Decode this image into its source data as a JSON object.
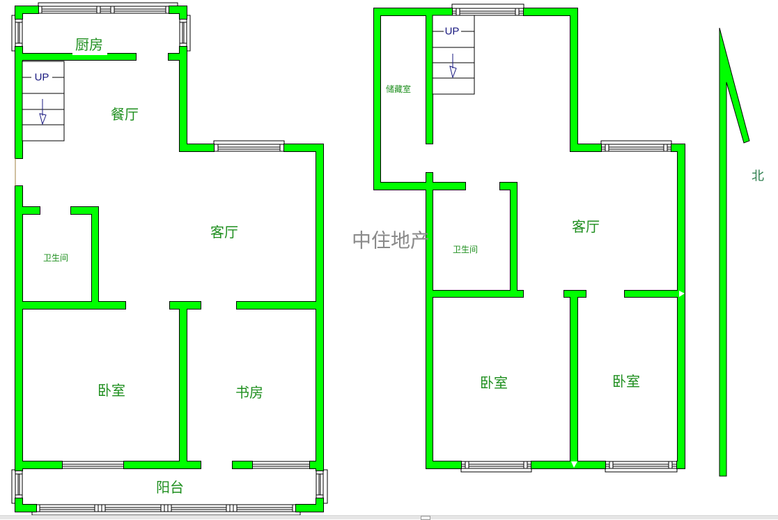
{
  "watermark": "中住地产",
  "compass": {
    "label": "北",
    "color": "#00ff00"
  },
  "colors": {
    "wall": "#00ff00",
    "wall_outline": "#000000",
    "label": "#1f8f1f",
    "stair_text": "#1a1a80",
    "watermark": "#8a8a8a"
  },
  "floor_lower": {
    "stair_label": "UP",
    "rooms": {
      "kitchen": "厨房",
      "dining": "餐厅",
      "bathroom": "卫生间",
      "living": "客厅",
      "bedroom": "卧室",
      "study": "书房",
      "balcony": "阳台"
    }
  },
  "floor_upper": {
    "stair_label": "UP",
    "rooms": {
      "storage": "储藏室",
      "bathroom": "卫生间",
      "living": "客厅",
      "bedroom_1": "卧室",
      "bedroom_2": "卧室"
    }
  }
}
